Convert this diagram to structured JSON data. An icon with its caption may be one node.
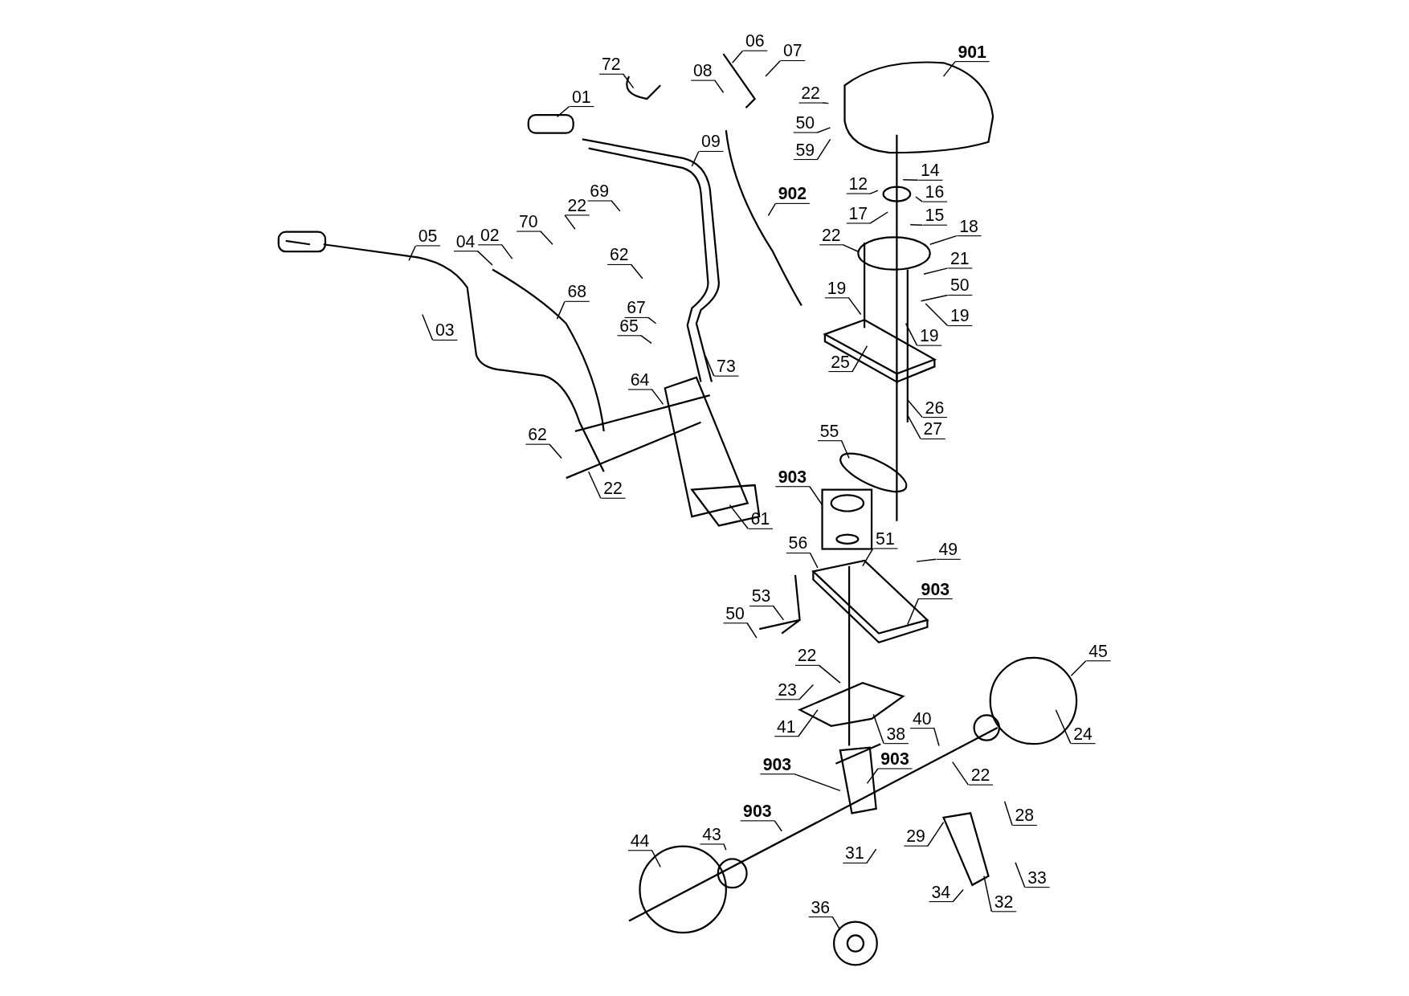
{
  "diagram": {
    "nodes": [
      {
        "text": [
          "06"
        ]
      },
      {
        "text": [
          "07"
        ]
      },
      {
        "text": [
          "72"
        ]
      },
      {
        "text": [
          "08"
        ]
      },
      {
        "text": [
          "901"
        ]
      },
      {
        "text": [
          "01"
        ]
      },
      {
        "text": [
          "22"
        ]
      },
      {
        "text": [
          "09"
        ]
      },
      {
        "text": [
          "50"
        ]
      },
      {
        "text": [
          "59"
        ]
      },
      {
        "text": [
          "14"
        ]
      },
      {
        "text": [
          "12"
        ]
      },
      {
        "text": [
          "16"
        ]
      },
      {
        "text": [
          "69"
        ]
      },
      {
        "text": [
          "902"
        ]
      },
      {
        "text": [
          "22"
        ]
      },
      {
        "text": [
          "17"
        ]
      },
      {
        "text": [
          "15"
        ]
      },
      {
        "text": [
          "18"
        ]
      },
      {
        "text": [
          "22"
        ]
      },
      {
        "text": [
          "70"
        ]
      },
      {
        "text": [
          "05"
        ]
      },
      {
        "text": [
          "04"
        ]
      },
      {
        "text": [
          "02"
        ]
      },
      {
        "text": [
          "21"
        ]
      },
      {
        "text": [
          "62"
        ]
      },
      {
        "text": [
          "50"
        ]
      },
      {
        "text": [
          "19"
        ]
      },
      {
        "text": [
          "68"
        ]
      },
      {
        "text": [
          "67"
        ]
      },
      {
        "text": [
          "19"
        ]
      },
      {
        "text": [
          "65"
        ]
      },
      {
        "text": [
          "03"
        ]
      },
      {
        "text": [
          "19"
        ]
      },
      {
        "text": [
          "25"
        ]
      },
      {
        "text": [
          "73"
        ]
      },
      {
        "text": [
          "64"
        ]
      },
      {
        "text": [
          "26"
        ]
      },
      {
        "text": [
          "27"
        ]
      },
      {
        "text": [
          "55"
        ]
      },
      {
        "text": [
          "62"
        ]
      },
      {
        "text": [
          "22"
        ]
      },
      {
        "text": [
          "903"
        ]
      },
      {
        "text": [
          "61"
        ]
      },
      {
        "text": [
          "56"
        ]
      },
      {
        "text": [
          "51"
        ]
      },
      {
        "text": [
          "49"
        ]
      },
      {
        "text": [
          "903"
        ]
      },
      {
        "text": [
          "53"
        ]
      },
      {
        "text": [
          "50"
        ]
      },
      {
        "text": [
          "22"
        ]
      },
      {
        "text": [
          "45"
        ]
      },
      {
        "text": [
          "23"
        ]
      },
      {
        "text": [
          "40"
        ]
      },
      {
        "text": [
          "41"
        ]
      },
      {
        "text": [
          "38"
        ]
      },
      {
        "text": [
          "24"
        ]
      },
      {
        "text": [
          "903"
        ]
      },
      {
        "text": [
          "903"
        ]
      },
      {
        "text": [
          "22"
        ]
      },
      {
        "text": [
          "28"
        ]
      },
      {
        "text": [
          "903"
        ]
      },
      {
        "text": [
          "29"
        ]
      },
      {
        "text": [
          "43"
        ]
      },
      {
        "text": [
          "44"
        ]
      },
      {
        "text": [
          "31"
        ]
      },
      {
        "text": [
          "33"
        ]
      },
      {
        "text": [
          "34"
        ]
      },
      {
        "text": [
          "32"
        ]
      },
      {
        "text": [
          "36"
        ]
      }
    ],
    "edges": [
      {
        "from": 0,
        "to": null,
        "arrow": "none"
      },
      {
        "from": 1,
        "to": null,
        "arrow": "none"
      },
      {
        "from": 2,
        "to": null,
        "arrow": "none"
      },
      {
        "from": 3,
        "to": null,
        "arrow": "none"
      },
      {
        "from": 4,
        "to": null,
        "arrow": "none"
      },
      {
        "from": 5,
        "to": null,
        "arrow": "none"
      },
      {
        "from": 6,
        "to": null,
        "arrow": "none"
      },
      {
        "from": 7,
        "to": null,
        "arrow": "none"
      },
      {
        "from": 8,
        "to": null,
        "arrow": "none"
      },
      {
        "from": 9,
        "to": null,
        "arrow": "none"
      },
      {
        "from": 10,
        "to": null,
        "arrow": "none"
      },
      {
        "from": 11,
        "to": null,
        "arrow": "none"
      },
      {
        "from": 12,
        "to": null,
        "arrow": "none"
      },
      {
        "from": 13,
        "to": null,
        "arrow": "none"
      },
      {
        "from": 14,
        "to": null,
        "arrow": "none"
      },
      {
        "from": 15,
        "to": null,
        "arrow": "none"
      },
      {
        "from": 16,
        "to": null,
        "arrow": "none"
      },
      {
        "from": 17,
        "to": null,
        "arrow": "none"
      },
      {
        "from": 18,
        "to": null,
        "arrow": "none"
      },
      {
        "from": 19,
        "to": null,
        "arrow": "none"
      },
      {
        "from": 20,
        "to": null,
        "arrow": "none"
      },
      {
        "from": 21,
        "to": null,
        "arrow": "none"
      },
      {
        "from": 22,
        "to": null,
        "arrow": "none"
      },
      {
        "from": 23,
        "to": null,
        "arrow": "none"
      },
      {
        "from": 24,
        "to": null,
        "arrow": "none"
      },
      {
        "from": 25,
        "to": null,
        "arrow": "none"
      },
      {
        "from": 26,
        "to": null,
        "arrow": "none"
      },
      {
        "from": 27,
        "to": null,
        "arrow": "none"
      },
      {
        "from": 28,
        "to": null,
        "arrow": "none"
      },
      {
        "from": 29,
        "to": null,
        "arrow": "none"
      },
      {
        "from": 30,
        "to": null,
        "arrow": "none"
      },
      {
        "from": 31,
        "to": null,
        "arrow": "none"
      },
      {
        "from": 32,
        "to": null,
        "arrow": "none"
      },
      {
        "from": 33,
        "to": null,
        "arrow": "none"
      },
      {
        "from": 34,
        "to": null,
        "arrow": "none"
      },
      {
        "from": 35,
        "to": null,
        "arrow": "none"
      },
      {
        "from": 36,
        "to": null,
        "arrow": "none"
      },
      {
        "from": 37,
        "to": null,
        "arrow": "none"
      },
      {
        "from": 38,
        "to": null,
        "arrow": "none"
      },
      {
        "from": 39,
        "to": null,
        "arrow": "none"
      },
      {
        "from": 40,
        "to": null,
        "arrow": "none"
      },
      {
        "from": 41,
        "to": null,
        "arrow": "none"
      },
      {
        "from": 42,
        "to": null,
        "arrow": "none"
      },
      {
        "from": 43,
        "to": null,
        "arrow": "none"
      },
      {
        "from": 44,
        "to": null,
        "arrow": "none"
      },
      {
        "from": 45,
        "to": null,
        "arrow": "none"
      },
      {
        "from": 46,
        "to": null,
        "arrow": "none"
      },
      {
        "from": 47,
        "to": null,
        "arrow": "none"
      },
      {
        "from": 48,
        "to": null,
        "arrow": "none"
      },
      {
        "from": 49,
        "to": null,
        "arrow": "none"
      },
      {
        "from": 50,
        "to": null,
        "arrow": "none"
      },
      {
        "from": 51,
        "to": null,
        "arrow": "none"
      },
      {
        "from": 52,
        "to": null,
        "arrow": "none"
      },
      {
        "from": 53,
        "to": null,
        "arrow": "none"
      },
      {
        "from": 54,
        "to": null,
        "arrow": "none"
      },
      {
        "from": 55,
        "to": null,
        "arrow": "none"
      },
      {
        "from": 56,
        "to": null,
        "arrow": "none"
      },
      {
        "from": 57,
        "to": null,
        "arrow": "none"
      },
      {
        "from": 58,
        "to": null,
        "arrow": "none"
      },
      {
        "from": 59,
        "to": null,
        "arrow": "none"
      },
      {
        "from": 60,
        "to": null,
        "arrow": "none"
      },
      {
        "from": 61,
        "to": null,
        "arrow": "none"
      },
      {
        "from": 62,
        "to": null,
        "arrow": "none"
      },
      {
        "from": 63,
        "to": null,
        "arrow": "none"
      },
      {
        "from": 64,
        "to": null,
        "arrow": "none"
      },
      {
        "from": 65,
        "to": null,
        "arrow": "none"
      },
      {
        "from": 66,
        "to": null,
        "arrow": "none"
      },
      {
        "from": 67,
        "to": null,
        "arrow": "none"
      },
      {
        "from": 68,
        "to": null,
        "arrow": "none"
      },
      {
        "from": 69,
        "to": null,
        "arrow": "none"
      }
    ]
  }
}
